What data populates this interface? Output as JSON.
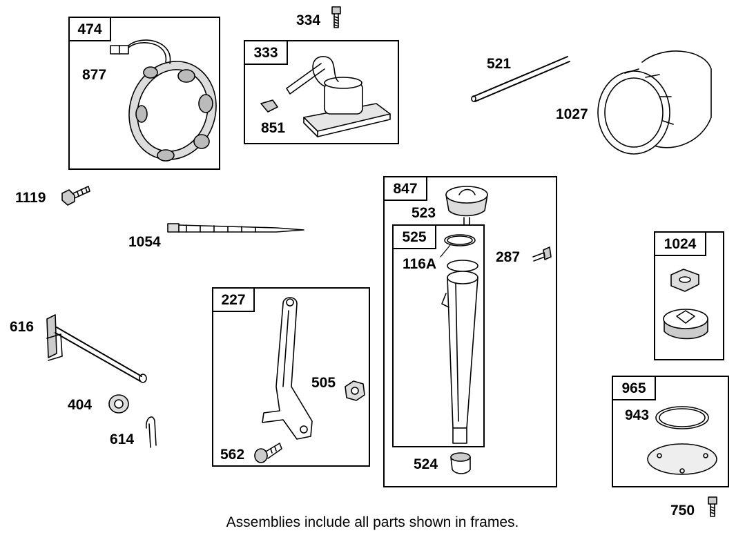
{
  "assemblies": [
    {
      "id": "474"
    },
    {
      "id": "333"
    },
    {
      "id": "847"
    },
    {
      "id": "525"
    },
    {
      "id": "227"
    },
    {
      "id": "1024"
    },
    {
      "id": "965"
    }
  ],
  "parts": [
    "334",
    "877",
    "851",
    "521",
    "1027",
    "1119",
    "1054",
    "523",
    "287",
    "116A",
    "616",
    "404",
    "614",
    "505",
    "562",
    "524",
    "943",
    "750"
  ],
  "caption": "Assemblies include all parts shown in frames."
}
